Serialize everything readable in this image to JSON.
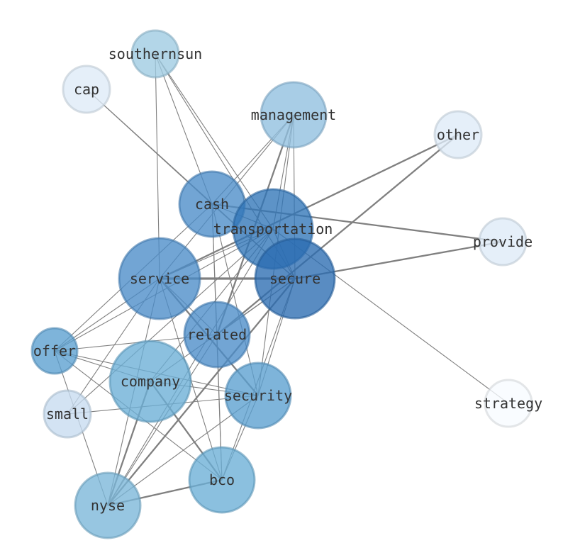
{
  "nodes": [
    {
      "id": "southernsun",
      "label": "southernsun",
      "color": "#9ecae1"
    },
    {
      "id": "cap",
      "label": "cap",
      "color": "#deebf7"
    },
    {
      "id": "management",
      "label": "management",
      "color": "#8fbfdf"
    },
    {
      "id": "other",
      "label": "other",
      "color": "#deebf7"
    },
    {
      "id": "cash",
      "label": "cash",
      "color": "#4a8cc8"
    },
    {
      "id": "transportation",
      "label": "transportation",
      "color": "#2f74b7"
    },
    {
      "id": "provide",
      "label": "provide",
      "color": "#deebf7"
    },
    {
      "id": "service",
      "label": "service",
      "color": "#4a8cc8"
    },
    {
      "id": "secure",
      "label": "secure",
      "color": "#2a6cb1"
    },
    {
      "id": "related",
      "label": "related",
      "color": "#4a8cc8"
    },
    {
      "id": "offer",
      "label": "offer",
      "color": "#5a9fd0"
    },
    {
      "id": "company",
      "label": "company",
      "color": "#6aaed6"
    },
    {
      "id": "security",
      "label": "security",
      "color": "#5a9fd0"
    },
    {
      "id": "small",
      "label": "small",
      "color": "#c6dbef"
    },
    {
      "id": "strategy",
      "label": "strategy",
      "color": "#f7fbff"
    },
    {
      "id": "bco",
      "label": "bco",
      "color": "#6aaed6"
    },
    {
      "id": "nyse",
      "label": "nyse",
      "color": "#7ab6d9"
    }
  ],
  "edges": [
    {
      "source": "southernsun",
      "target": "service",
      "weight": 1
    },
    {
      "source": "southernsun",
      "target": "cash",
      "weight": 1
    },
    {
      "source": "southernsun",
      "target": "transportation",
      "weight": 1
    },
    {
      "source": "southernsun",
      "target": "secure",
      "weight": 1
    },
    {
      "source": "cap",
      "target": "cash",
      "weight": 1
    },
    {
      "source": "cap",
      "target": "secure",
      "weight": 1
    },
    {
      "source": "management",
      "target": "cash",
      "weight": 1
    },
    {
      "source": "management",
      "target": "transportation",
      "weight": 1
    },
    {
      "source": "management",
      "target": "related",
      "weight": 2
    },
    {
      "source": "management",
      "target": "service",
      "weight": 1
    },
    {
      "source": "management",
      "target": "security",
      "weight": 1
    },
    {
      "source": "management",
      "target": "secure",
      "weight": 1
    },
    {
      "source": "other",
      "target": "service",
      "weight": 2
    },
    {
      "source": "other",
      "target": "related",
      "weight": 2
    },
    {
      "source": "cash",
      "target": "transportation",
      "weight": 1
    },
    {
      "source": "cash",
      "target": "provide",
      "weight": 2
    },
    {
      "source": "cash",
      "target": "secure",
      "weight": 1
    },
    {
      "source": "cash",
      "target": "related",
      "weight": 1
    },
    {
      "source": "cash",
      "target": "security",
      "weight": 1
    },
    {
      "source": "cash",
      "target": "offer",
      "weight": 1
    },
    {
      "source": "cash",
      "target": "bco",
      "weight": 1
    },
    {
      "source": "transportation",
      "target": "service",
      "weight": 1
    },
    {
      "source": "transportation",
      "target": "secure",
      "weight": 1
    },
    {
      "source": "transportation",
      "target": "offer",
      "weight": 1
    },
    {
      "source": "transportation",
      "target": "small",
      "weight": 1
    },
    {
      "source": "transportation",
      "target": "company",
      "weight": 1
    },
    {
      "source": "transportation",
      "target": "strategy",
      "weight": 1
    },
    {
      "source": "transportation",
      "target": "nyse",
      "weight": 1
    },
    {
      "source": "provide",
      "target": "secure",
      "weight": 2
    },
    {
      "source": "service",
      "target": "secure",
      "weight": 3
    },
    {
      "source": "service",
      "target": "related",
      "weight": 1
    },
    {
      "source": "service",
      "target": "security",
      "weight": 2
    },
    {
      "source": "service",
      "target": "offer",
      "weight": 1
    },
    {
      "source": "service",
      "target": "small",
      "weight": 1
    },
    {
      "source": "service",
      "target": "bco",
      "weight": 1
    },
    {
      "source": "service",
      "target": "nyse",
      "weight": 1
    },
    {
      "source": "secure",
      "target": "related",
      "weight": 1
    },
    {
      "source": "secure",
      "target": "security",
      "weight": 1
    },
    {
      "source": "secure",
      "target": "company",
      "weight": 1
    },
    {
      "source": "secure",
      "target": "nyse",
      "weight": 2
    },
    {
      "source": "secure",
      "target": "bco",
      "weight": 1
    },
    {
      "source": "related",
      "target": "offer",
      "weight": 1
    },
    {
      "source": "related",
      "target": "bco",
      "weight": 1
    },
    {
      "source": "related",
      "target": "nyse",
      "weight": 1
    },
    {
      "source": "offer",
      "target": "company",
      "weight": 1
    },
    {
      "source": "offer",
      "target": "security",
      "weight": 1
    },
    {
      "source": "offer",
      "target": "bco",
      "weight": 1
    },
    {
      "source": "offer",
      "target": "nyse",
      "weight": 1
    },
    {
      "source": "company",
      "target": "security",
      "weight": 1
    },
    {
      "source": "company",
      "target": "bco",
      "weight": 2
    },
    {
      "source": "company",
      "target": "nyse",
      "weight": 2
    },
    {
      "source": "security",
      "target": "small",
      "weight": 1
    },
    {
      "source": "security",
      "target": "nyse",
      "weight": 1
    },
    {
      "source": "security",
      "target": "bco",
      "weight": 1
    },
    {
      "source": "bco",
      "target": "nyse",
      "weight": 2
    }
  ],
  "style": {
    "edge_color": "#808080",
    "label_color": "#333333",
    "background": "#ffffff"
  }
}
